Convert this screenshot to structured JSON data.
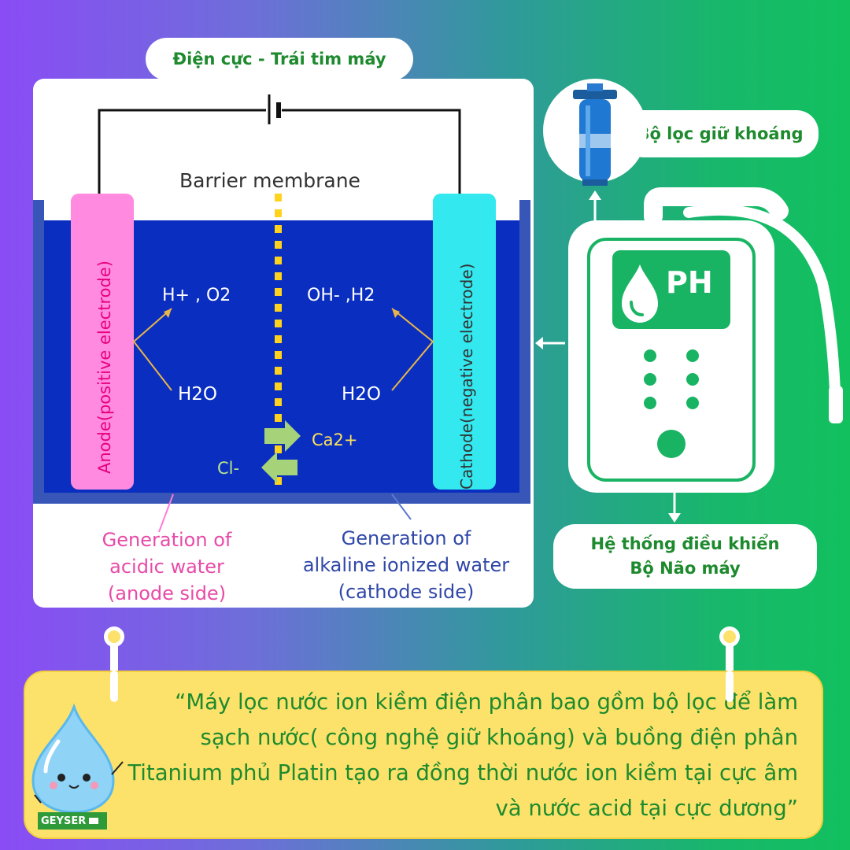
{
  "title": "Điện cực  - Trái tim máy",
  "filter_label": "Bộ lọc giữ khoáng",
  "control_label_line1": "Hệ thống điều khiển",
  "control_label_line2": "Bộ Não máy",
  "diagram": {
    "barrier_label": "Barrier membrane",
    "anode_label": "Anode(positive electrode)",
    "cathode_label": "Cathode(negative electrode)",
    "anode_products": "H+ , O2",
    "cathode_products": "OH- ,H2",
    "water_left": "H2O",
    "water_right": "H2O",
    "ion_right": "Ca2+",
    "ion_left": "Cl-",
    "acidic_line1": "Generation of",
    "acidic_line2": "acidic water",
    "acidic_line3": "(anode side)",
    "alkaline_line1": "Generation of",
    "alkaline_line2": "alkaline ionized water",
    "alkaline_line3": "(cathode side)"
  },
  "machine_display": "PH",
  "quote": "“Máy lọc nước ion kiềm điện phân bao gồm bộ lọc để làm sạch nước( công nghệ giữ khoáng) và buồng điện phân Titanium phủ Platin tạo ra đồng thời nước ion kiềm tại cực âm và nước acid tại cực dương”",
  "logo_text": "GEYSER",
  "colors": {
    "accent_green": "#1e8a2e",
    "quote_bg": "#fce26a",
    "water_blue": "#0a2fc0",
    "anode_pink": "#ff8ae0",
    "cathode_cyan": "#33e8ee"
  }
}
